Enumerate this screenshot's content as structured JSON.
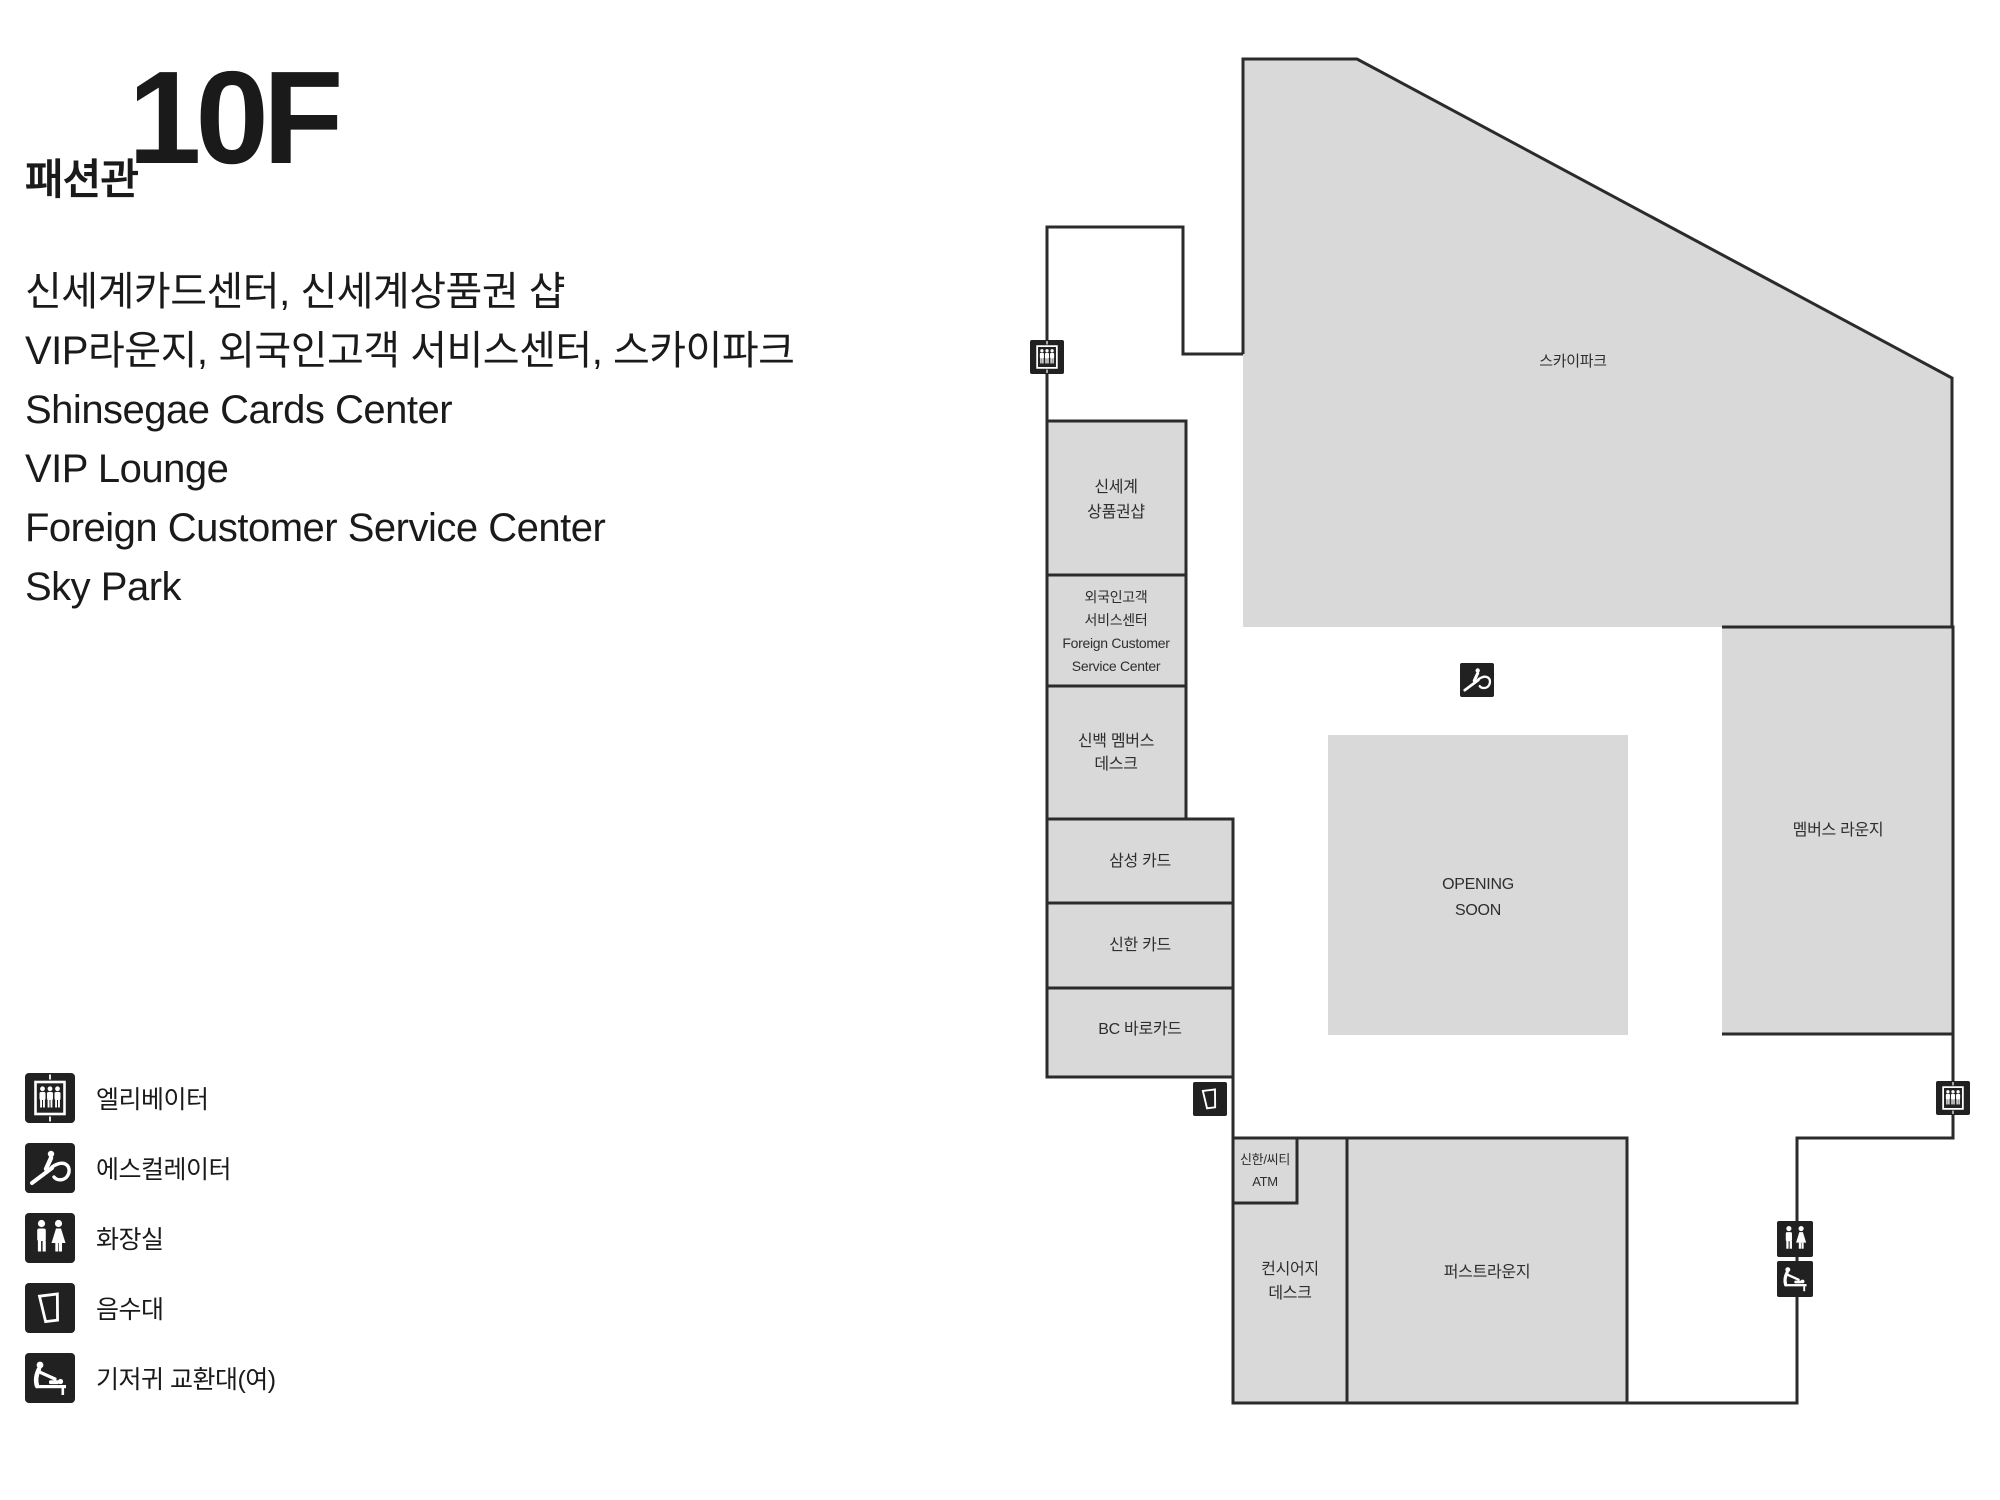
{
  "header": {
    "building": "패션관",
    "floor": "10F"
  },
  "description": {
    "lines": [
      "신세계카드센터, 신세계상품권 샵",
      "VIP라운지, 외국인고객 서비스센터, 스카이파크",
      "Shinsegae Cards Center",
      "VIP Lounge",
      "Foreign Customer Service Center",
      "Sky Park"
    ]
  },
  "legend": {
    "items": [
      {
        "icon": "elevator-icon",
        "label": "엘리베이터"
      },
      {
        "icon": "escalator-icon",
        "label": "에스컬레이터"
      },
      {
        "icon": "restroom-icon",
        "label": "화장실"
      },
      {
        "icon": "water-fountain-icon",
        "label": "음수대"
      },
      {
        "icon": "diaper-station-icon",
        "label": "기저귀 교환대(여)"
      }
    ]
  },
  "plan": {
    "skypark": {
      "label": "스카이파크"
    },
    "giftshop": {
      "line1": "신세계",
      "line2": "상품권샵"
    },
    "foreign": {
      "line1": "외국인고객",
      "line2": "서비스센터",
      "line3": "Foreign Customer",
      "line4": "Service Center"
    },
    "membersdesk": {
      "line1": "신백 멤버스",
      "line2": "데스크"
    },
    "samsungcard": {
      "label": "삼성 카드"
    },
    "shinhancard": {
      "label": "신한 카드"
    },
    "bccard": {
      "label": "BC 바로카드"
    },
    "opening": {
      "line1": "OPENING",
      "line2": "SOON"
    },
    "memberslounge": {
      "label": "멤버스 라운지"
    },
    "atm": {
      "line1": "신한/씨티",
      "line2": "ATM"
    },
    "concierge": {
      "line1": "컨시어지",
      "line2": "데스크"
    },
    "firstlounge": {
      "label": "퍼스트라운지"
    }
  },
  "colors": {
    "room_fill": "#d9d9d9",
    "wall_line": "#2b2b2b",
    "icon_bg": "#212121",
    "text": "#1a1a1a"
  }
}
